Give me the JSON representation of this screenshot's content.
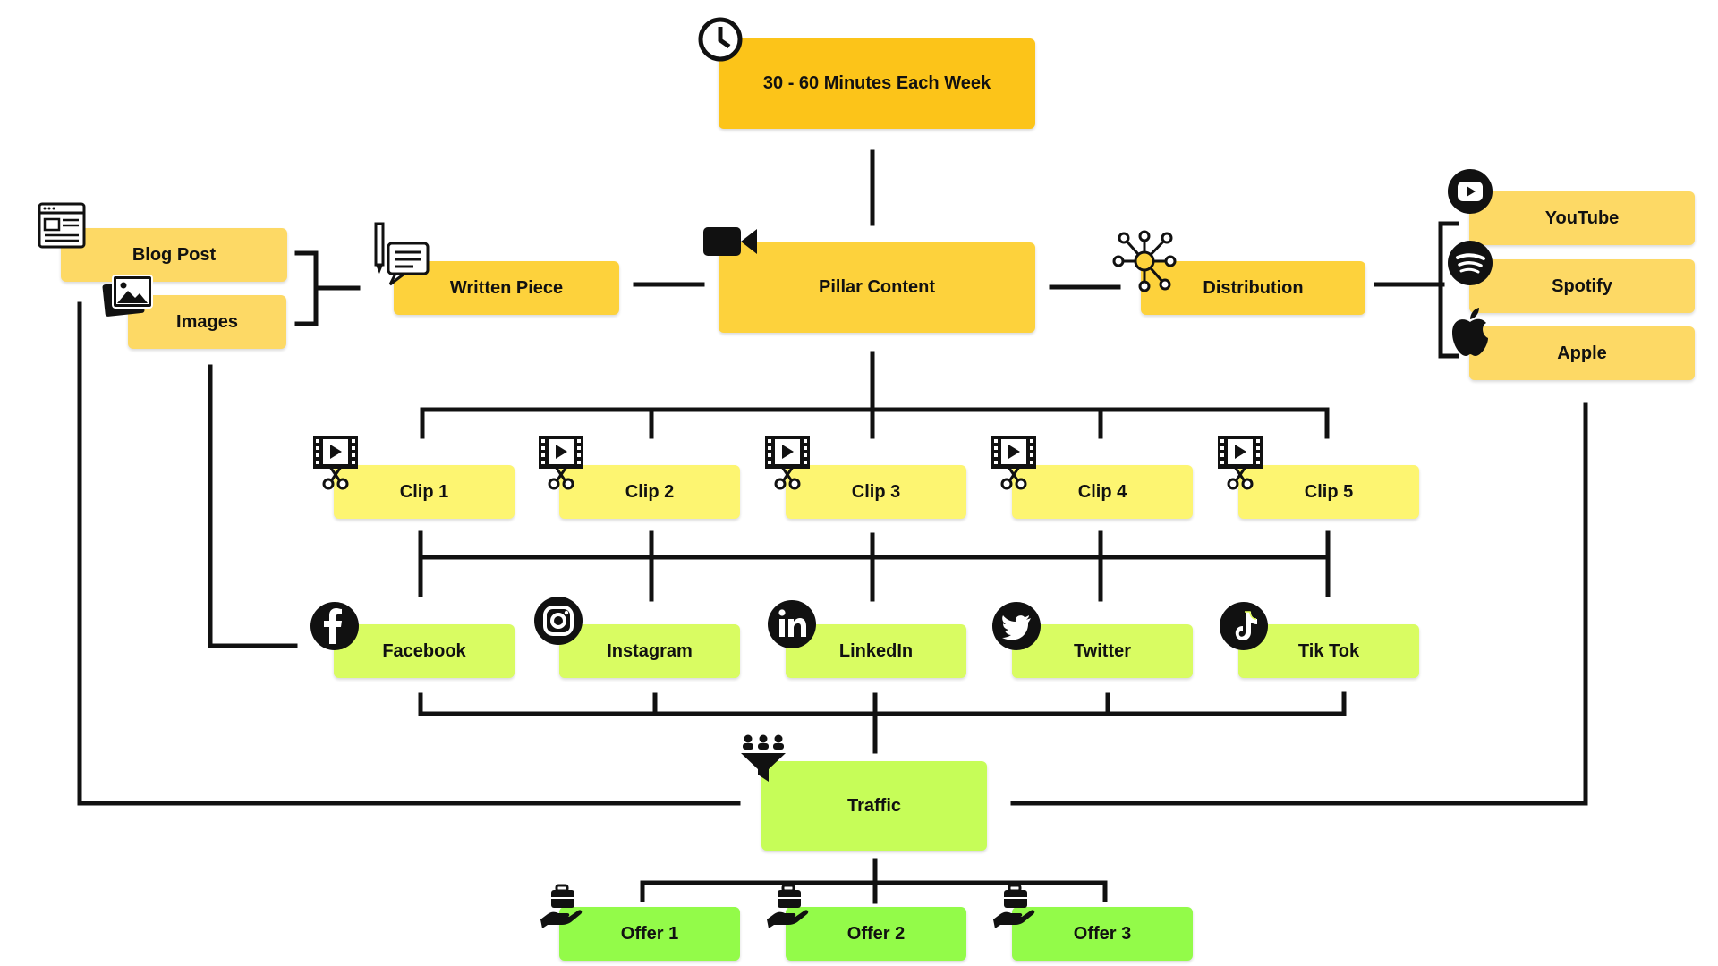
{
  "colors": {
    "top": "#fcc419",
    "pillar": "#fdd23c",
    "written": "#fdd23c",
    "side": "#fdd965",
    "clip": "#fdf571",
    "social": "#d9fc62",
    "traffic": "#c6fd58",
    "offer": "#93fb49",
    "line": "#111111"
  },
  "nodes": {
    "time": "30 - 60 Minutes Each Week",
    "pillar": "Pillar Content",
    "written": "Written Piece",
    "blog": "Blog Post",
    "images": "Images",
    "distribution": "Distribution",
    "youtube": "YouTube",
    "spotify": "Spotify",
    "apple": "Apple",
    "clips": [
      "Clip 1",
      "Clip 2",
      "Clip 3",
      "Clip 4",
      "Clip 5"
    ],
    "socials": [
      "Facebook",
      "Instagram",
      "LinkedIn",
      "Twitter",
      "Tik Tok"
    ],
    "traffic": "Traffic",
    "offers": [
      "Offer 1",
      "Offer 2",
      "Offer 3"
    ]
  },
  "icons": {
    "time": "clock-icon",
    "pillar": "video-camera-icon",
    "written": "writing-icon",
    "blog": "web-page-icon",
    "images": "images-icon",
    "distribution": "network-icon",
    "youtube": "youtube-icon",
    "spotify": "spotify-icon",
    "apple": "apple-icon",
    "clip": "video-clip-icon",
    "socials": [
      "facebook-icon",
      "instagram-icon",
      "linkedin-icon",
      "twitter-icon",
      "tiktok-icon"
    ],
    "traffic": "funnel-icon",
    "offer": "offer-hand-icon"
  }
}
